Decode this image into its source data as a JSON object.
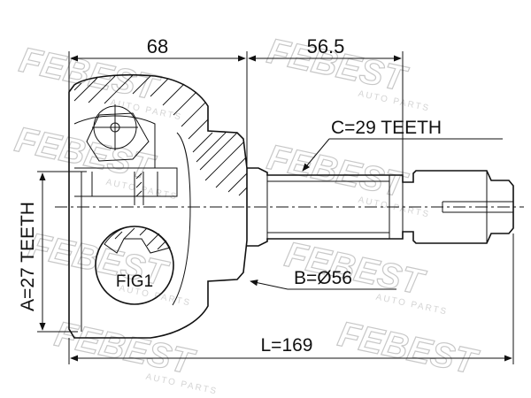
{
  "watermark": {
    "brand": "FEBEST",
    "sub": "AUTO PARTS"
  },
  "dimensions": {
    "housing_length": "68",
    "shaft_length": "56.5",
    "outer_spline": "C=29 TEETH",
    "inner_spline": "A=27 TEETH",
    "seal_diameter": "B=Ø56",
    "total_length": "L=169",
    "figure_label": "FIG1"
  }
}
